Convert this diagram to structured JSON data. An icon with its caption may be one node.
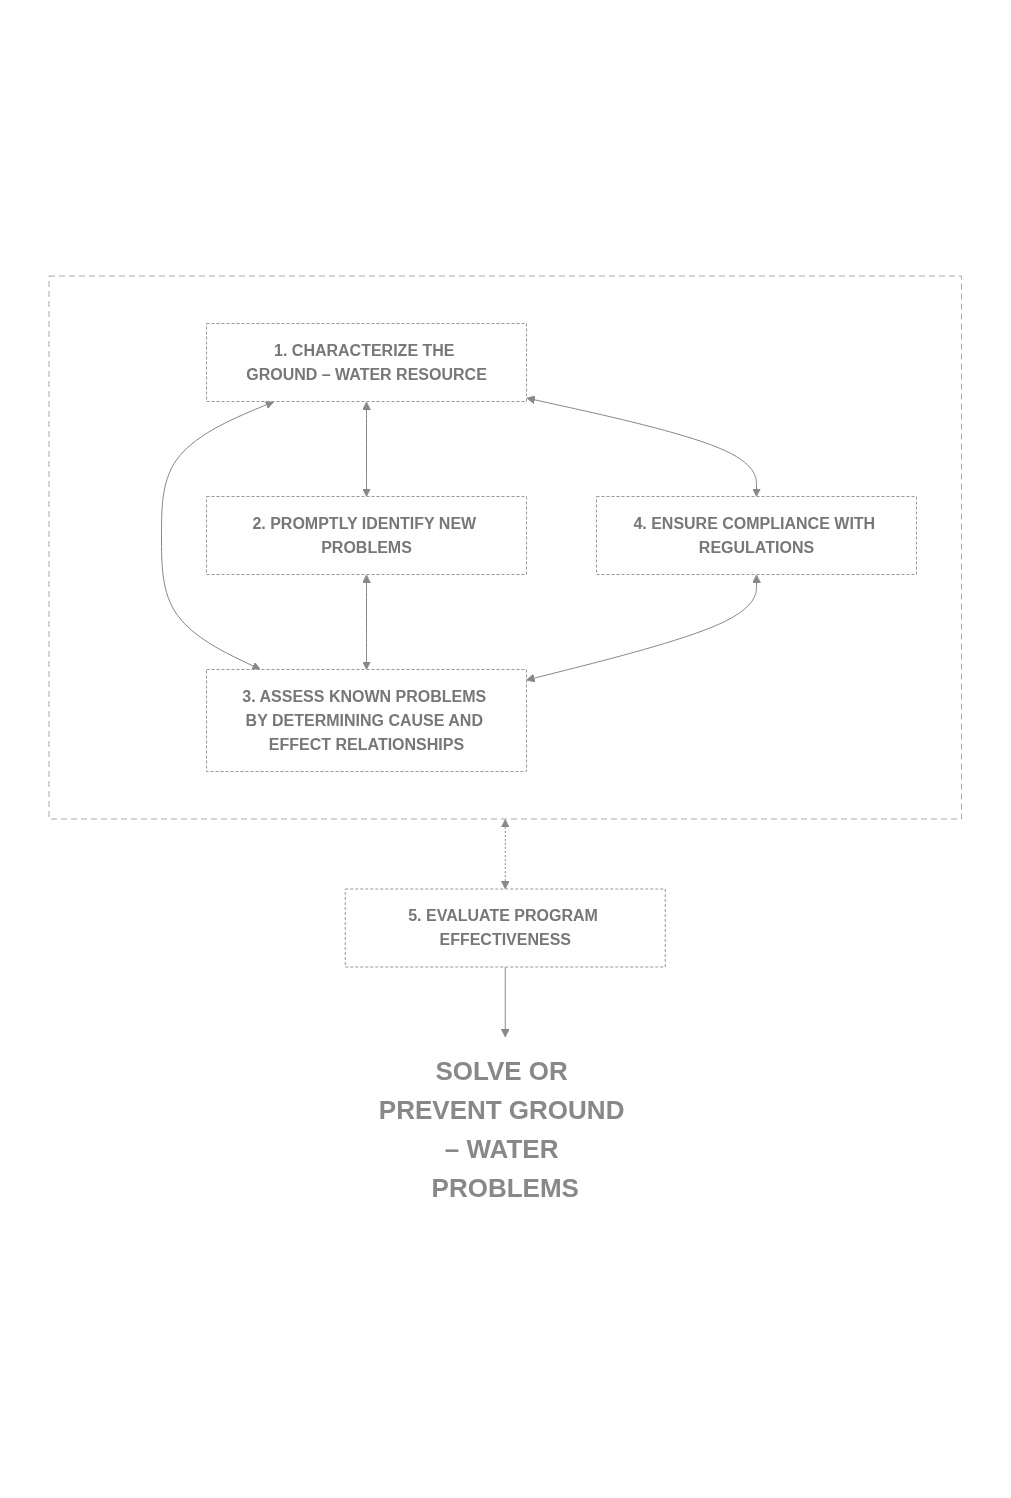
{
  "diagram": {
    "nodes": [
      {
        "text": [],
        "shape": "box"
      },
      {
        "text": [
          "1. CHARACTERIZE THE GROUND – WATER RESOURCE"
        ],
        "in": 0
      },
      {
        "text": [
          "2. PROMPTLY IDENTIFY NEW PROBLEMS"
        ],
        "in": 0
      },
      {
        "text": [
          "3. ASSESS KNOWN PROBLEMS BY DETERMINING CAUSE AND EFFECT RELATIONSHIPS"
        ],
        "in": 0
      },
      {
        "text": [
          "4. ENSURE COMPLIANCE WITH REGULATIONS"
        ],
        "in": 0
      },
      {
        "text": [
          "5. EVALUATE PROGRAM EFFECTIVENESS"
        ]
      },
      {
        "text": [
          "SOLVE OR PREVENT GROUND – WATER PROBLEMS"
        ]
      }
    ],
    "edges": [
      {
        "from": 1,
        "to": 2,
        "arrow": "both"
      },
      {
        "from": 1,
        "to": 3,
        "arrow": "both"
      },
      {
        "from": 1,
        "to": 4,
        "arrow": "both"
      },
      {
        "from": 2,
        "to": 3,
        "arrow": "both"
      },
      {
        "from": 4,
        "to": 3,
        "arrow": "both"
      },
      {
        "from": 0,
        "to": 5,
        "arrow": "both",
        "style": "dashed"
      },
      {
        "from": 5,
        "to": 6,
        "arrow": "to"
      }
    ]
  }
}
